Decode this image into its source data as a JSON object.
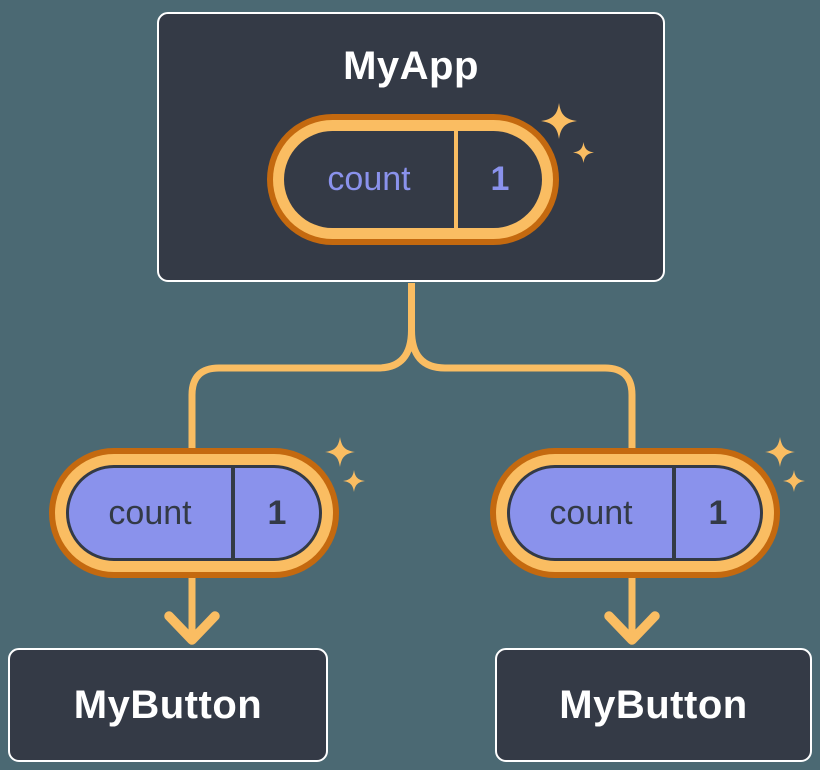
{
  "colors": {
    "background": "#4B6973",
    "node_fill": "#343A46",
    "node_border": "#FFFFFF",
    "node_text": "#FFFFFF",
    "accent_orange": "#FABD62",
    "accent_orange_dark": "#C4690F",
    "state_purple": "#8A92EC",
    "state_text_dark": "#333A46"
  },
  "icons": [
    "sparkles-icon",
    "arrow-down-icon"
  ],
  "tree": {
    "root": {
      "title": "MyApp",
      "state": {
        "name": "count",
        "value": "1"
      }
    },
    "children": [
      {
        "title": "MyButton",
        "prop": {
          "name": "count",
          "value": "1"
        }
      },
      {
        "title": "MyButton",
        "prop": {
          "name": "count",
          "value": "1"
        }
      }
    ]
  }
}
